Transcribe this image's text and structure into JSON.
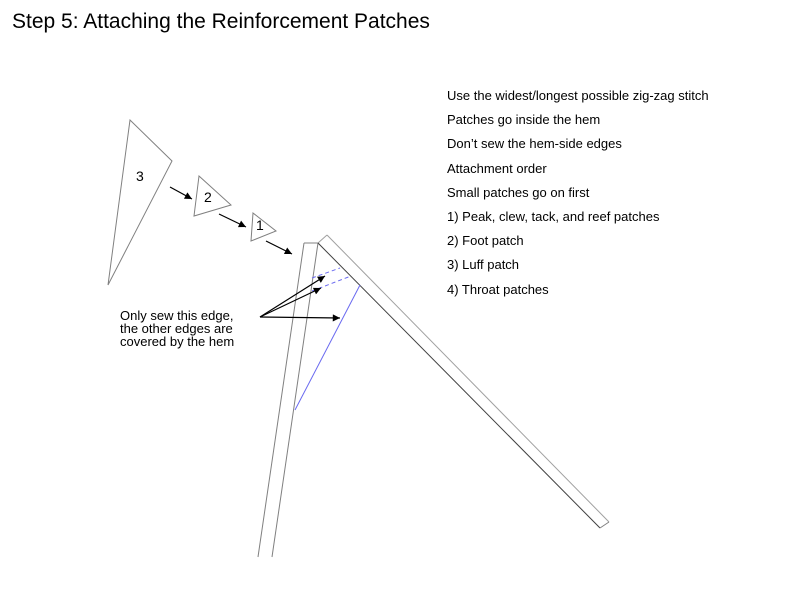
{
  "title": "Step 5: Attaching the Reinforcement Patches",
  "notes": [
    "Use the widest/longest possible zig-zag stitch",
    "Patches go inside the hem",
    "Don’t sew the hem-side edges",
    "Attachment order",
    "Small patches go on first",
    "1) Peak, clew, tack, and reef patches",
    "2) Foot patch",
    "3) Luff patch",
    "4) Throat patches"
  ],
  "callout": [
    "Only sew this edge,",
    "the other edges are",
    "covered by the hem"
  ],
  "patches": {
    "large": "3",
    "medium": "2",
    "small": "1"
  },
  "colors": {
    "outline": "#808080",
    "stitch": "#6a6af0",
    "arrow": "#000000"
  }
}
